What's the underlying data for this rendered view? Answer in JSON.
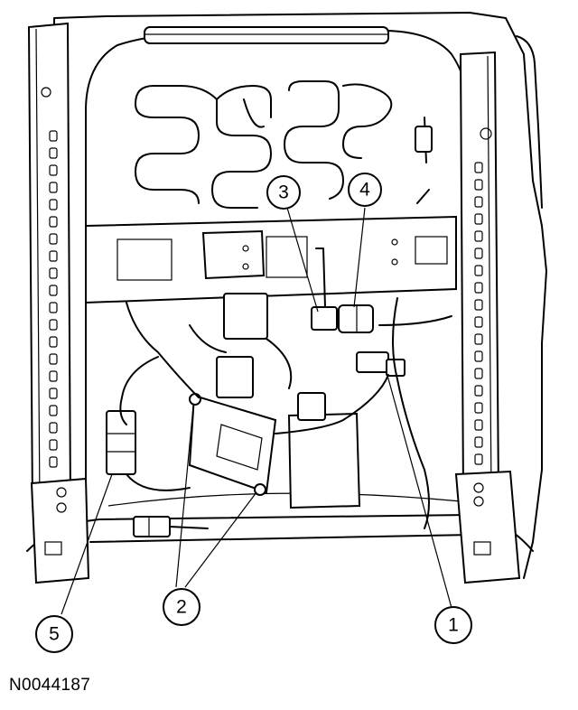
{
  "figure_id": "N0044187",
  "callouts": [
    {
      "id": "1",
      "label": "1"
    },
    {
      "id": "2",
      "label": "2"
    },
    {
      "id": "3",
      "label": "3"
    },
    {
      "id": "4",
      "label": "4"
    },
    {
      "id": "5",
      "label": "5"
    }
  ]
}
